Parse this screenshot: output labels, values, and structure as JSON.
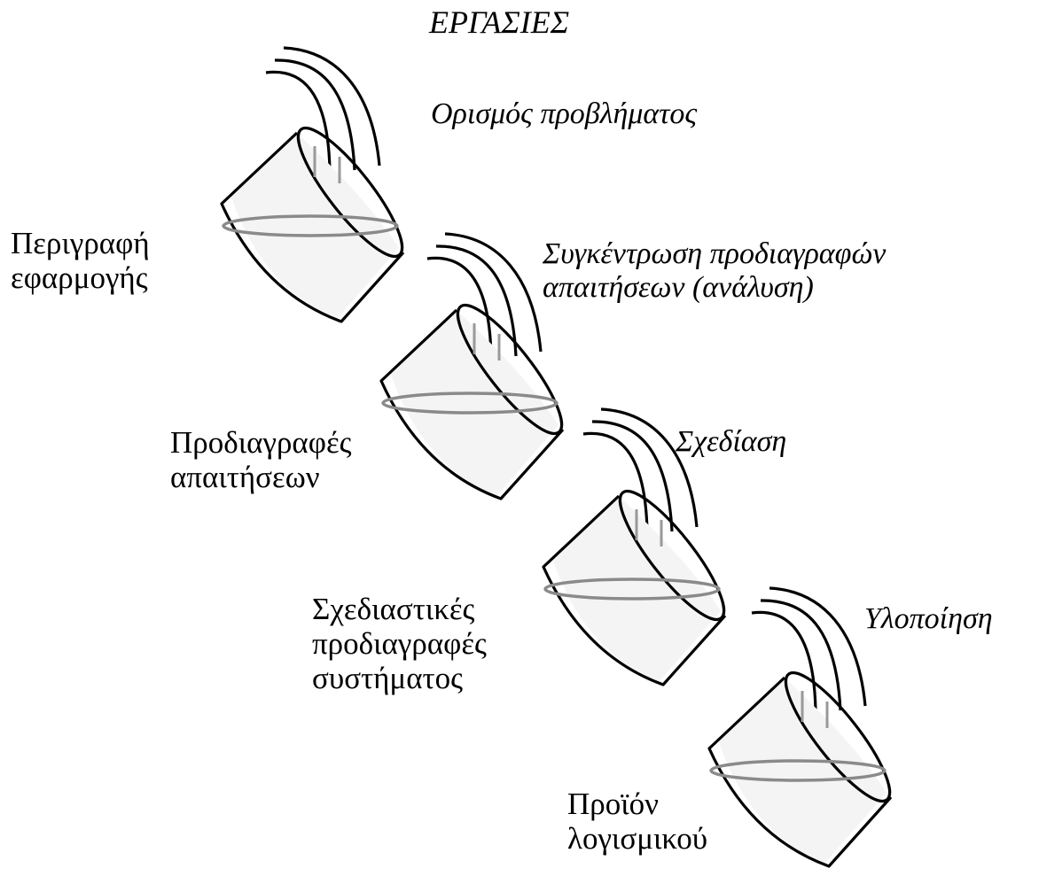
{
  "title": "ΕΡΓΑΣΙΕΣ",
  "tasks": [
    {
      "lines": [
        "Ορισμός προβλήματος"
      ]
    },
    {
      "lines": [
        "Συγκέντρωση προδιαγραφών",
        "απαιτήσεων (ανάλυση)"
      ]
    },
    {
      "lines": [
        "Σχεδίαση"
      ]
    },
    {
      "lines": [
        "Υλοποίηση"
      ]
    }
  ],
  "products": [
    {
      "lines": [
        "Περιγραφή",
        "εφαρμογής"
      ]
    },
    {
      "lines": [
        "Προδιαγραφές",
        "απαιτήσεων"
      ]
    },
    {
      "lines": [
        "Σχεδιαστικές",
        "προδιαγραφές",
        "συστήματος"
      ]
    },
    {
      "lines": [
        "Προϊόν",
        "λογισμικού"
      ]
    }
  ]
}
